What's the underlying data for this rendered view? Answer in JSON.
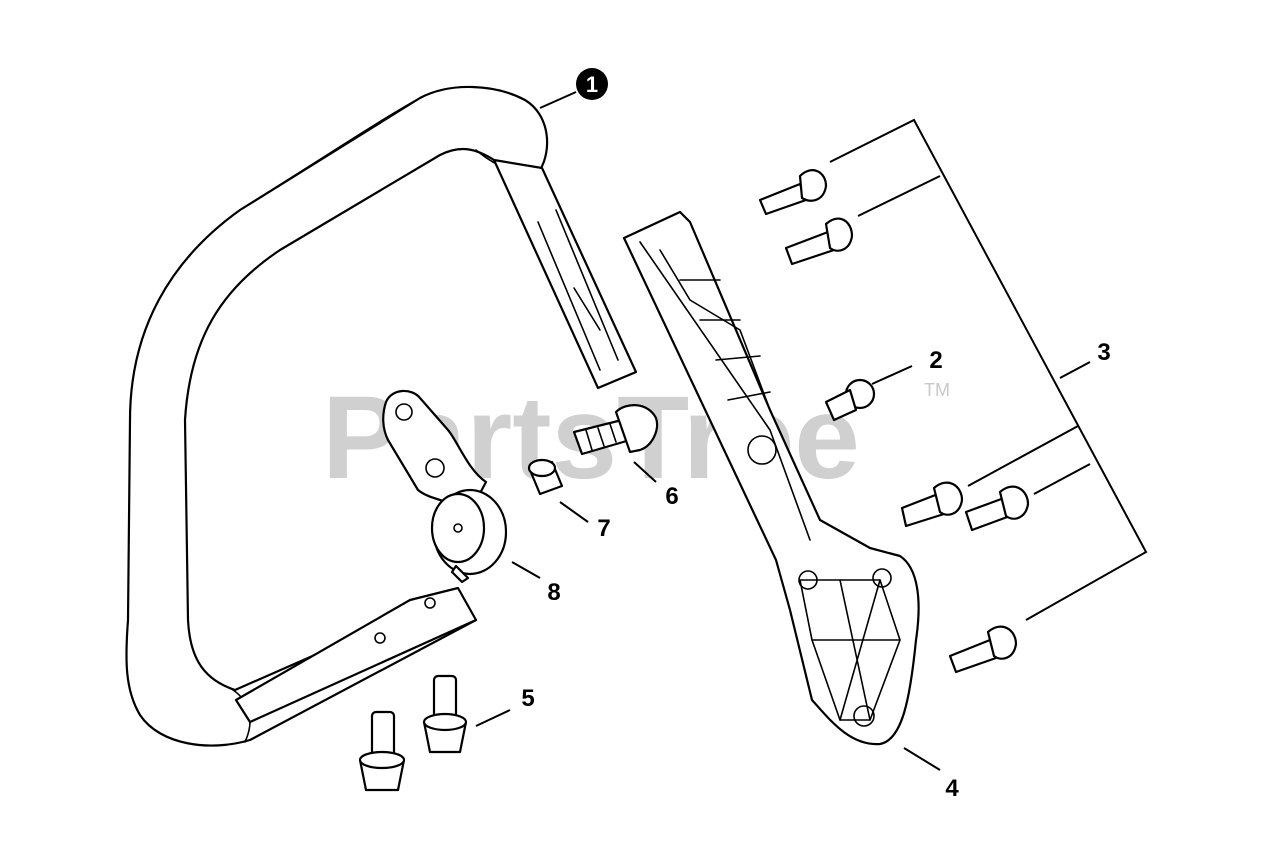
{
  "watermark": {
    "text": "PartsTree",
    "trademark": "TM"
  },
  "callouts": [
    {
      "id": "1",
      "label": "1",
      "style": "badge"
    },
    {
      "id": "2",
      "label": "2"
    },
    {
      "id": "3",
      "label": "3"
    },
    {
      "id": "4",
      "label": "4"
    },
    {
      "id": "5",
      "label": "5"
    },
    {
      "id": "6",
      "label": "6"
    },
    {
      "id": "7",
      "label": "7"
    },
    {
      "id": "8",
      "label": "8"
    }
  ]
}
